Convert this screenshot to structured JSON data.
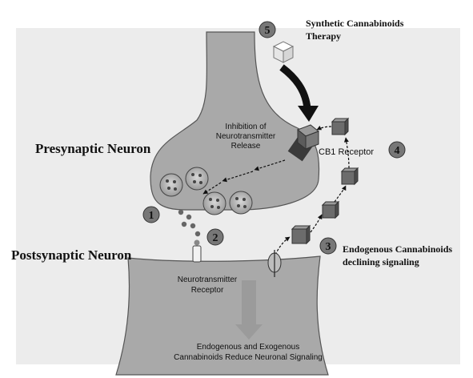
{
  "labels": {
    "presynaptic": "Presynaptic Neuron",
    "postsynaptic": "Postsynaptic Neuron",
    "synthetic_therapy_line1": "Synthetic Cannabinoids",
    "synthetic_therapy_line2": "Therapy",
    "inhibition_line1": "Inhibition of",
    "inhibition_line2": "Neurotransmitter",
    "inhibition_line3": "Release",
    "cb1_receptor": "CB1 Receptor",
    "endogenous_line1": "Endogenous Cannabinoids",
    "endogenous_line2": "declining signaling",
    "nt_receptor_line1": "Neurotransmitter",
    "nt_receptor_line2": "Receptor",
    "bottom_line1": "Endogenous and Exogenous",
    "bottom_line2": "Cannabinoids Reduce Neuronal Signaling"
  },
  "steps": [
    "1",
    "2",
    "3",
    "4",
    "5"
  ],
  "colors": {
    "cell_fill": "#a9a9a9",
    "cell_stroke": "#555555",
    "background_haze": "#ececec",
    "step_marker": "#777777",
    "cube_dark": "#6c6c6c",
    "cube_light": "#f4f4f4",
    "arrow": "#111111"
  }
}
